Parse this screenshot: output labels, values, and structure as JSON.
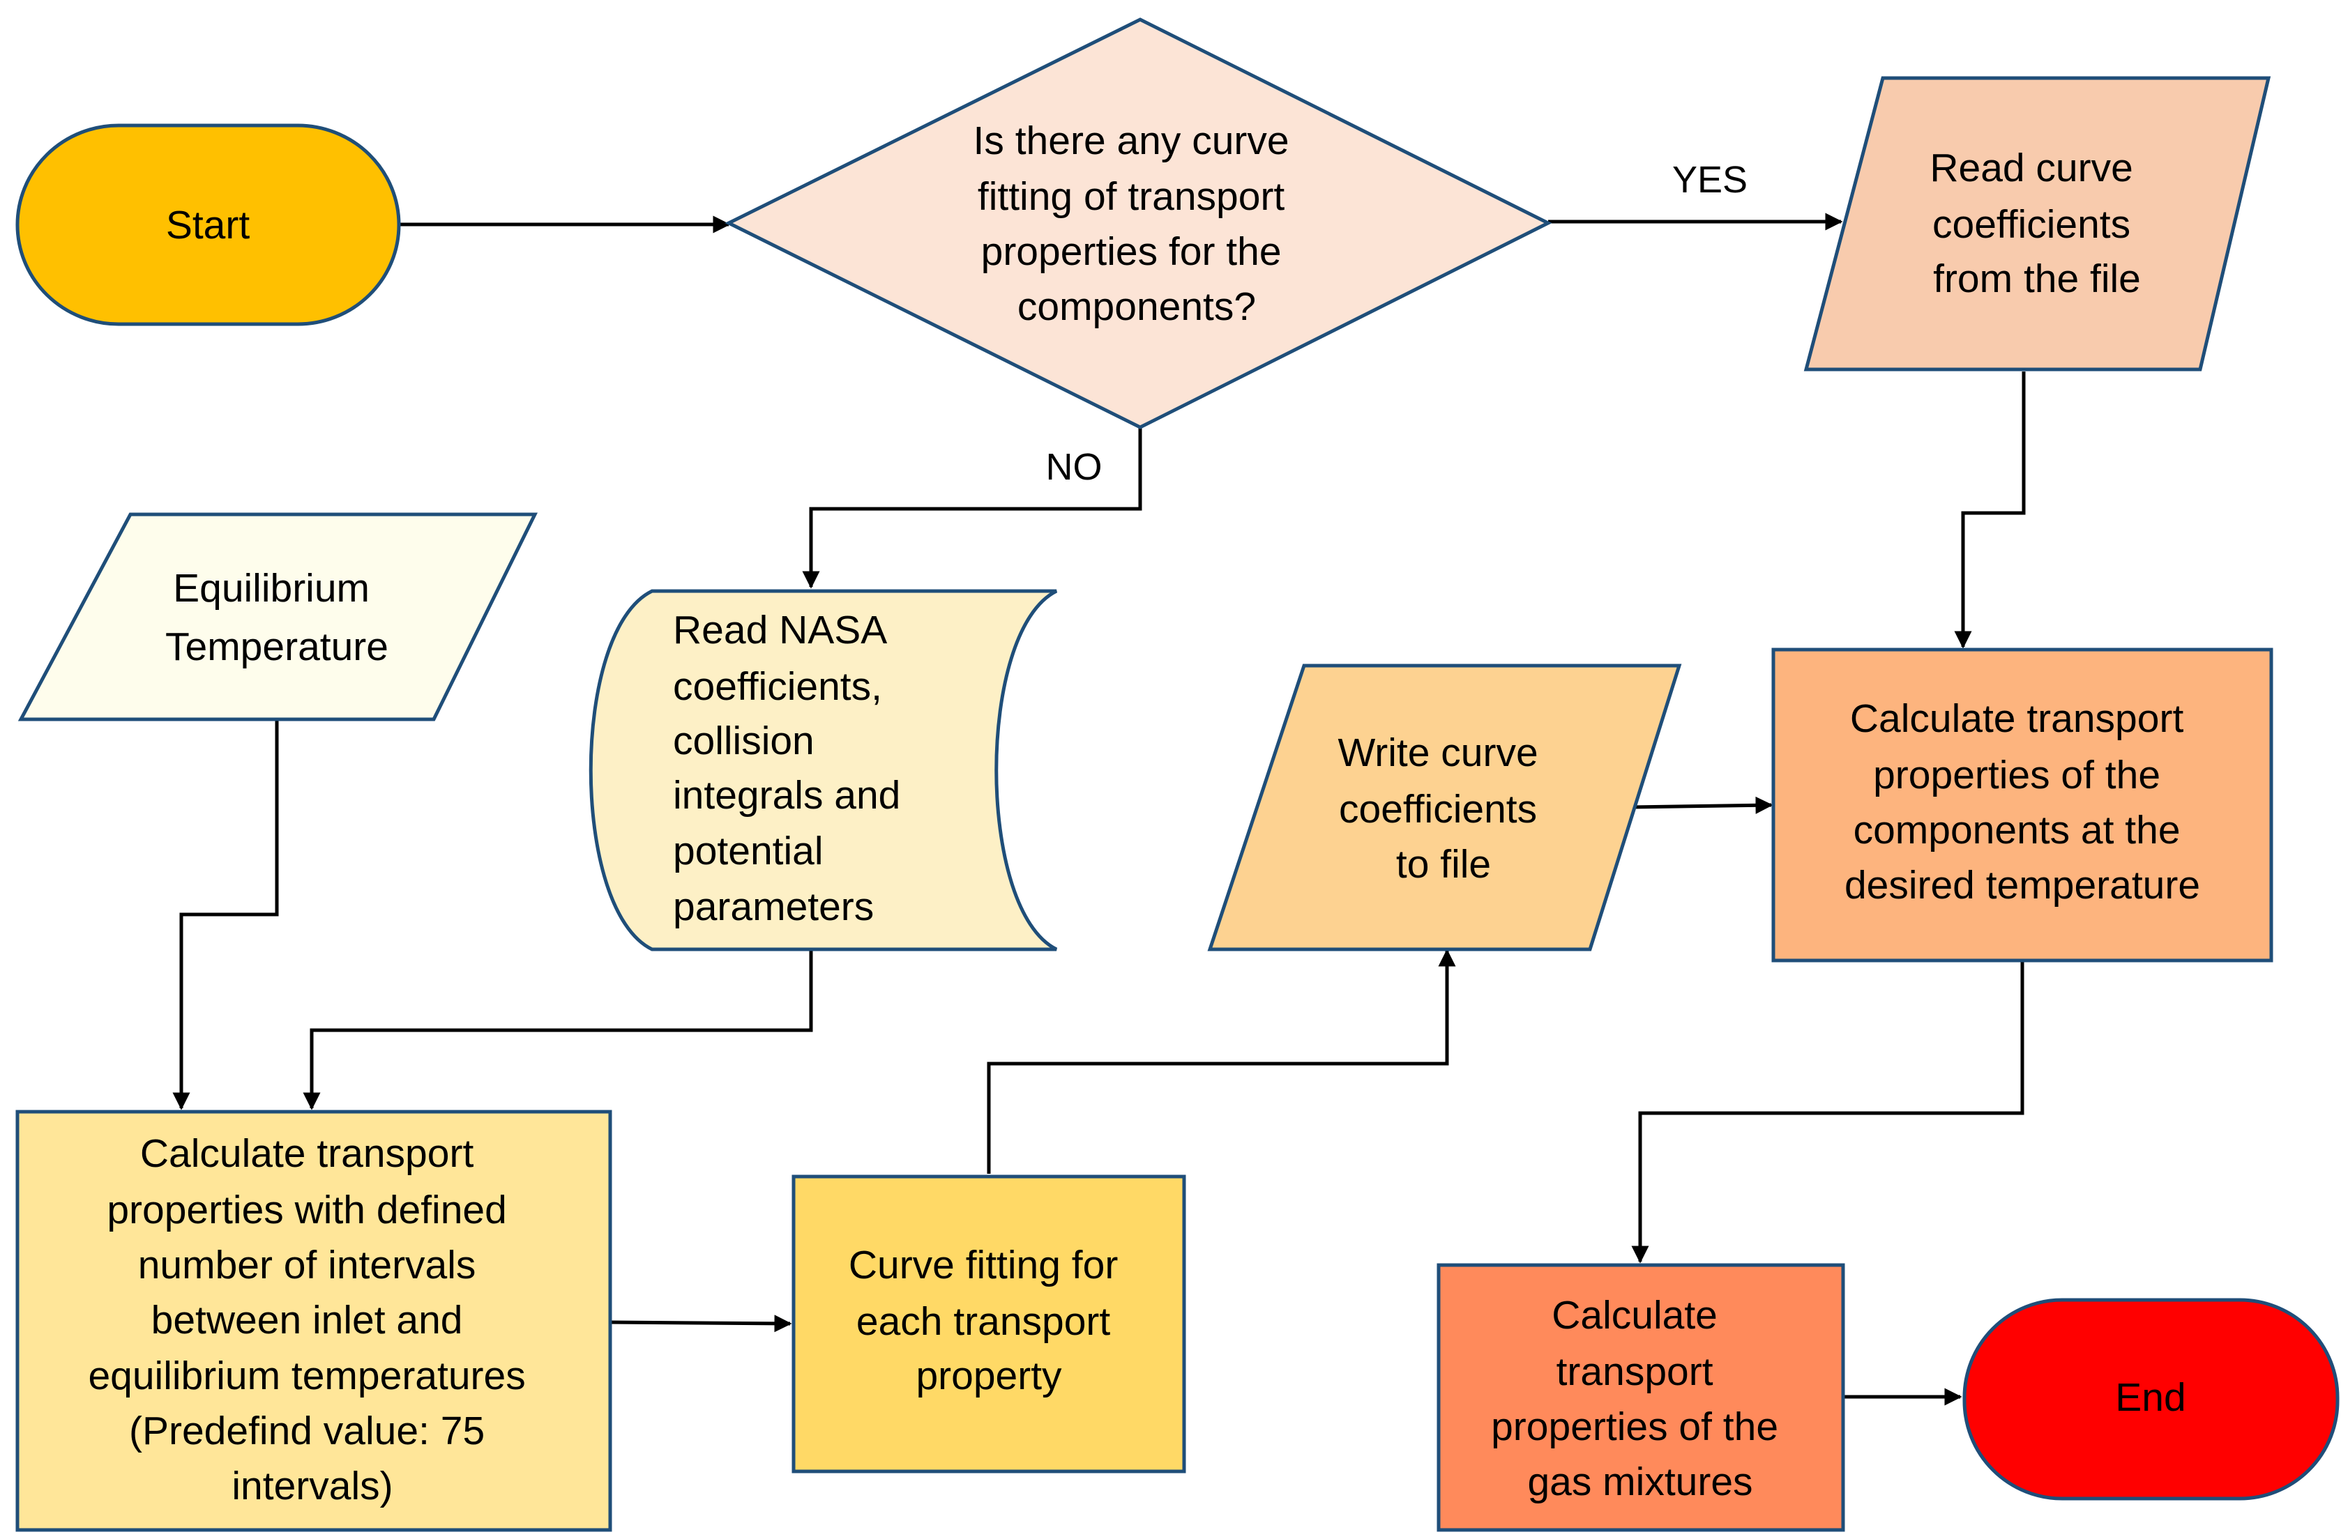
{
  "nodes": {
    "start": {
      "lines": [
        "Start"
      ],
      "fill": "#ffc000"
    },
    "decision": {
      "lines": [
        "Is there any curve",
        "fitting of transport",
        "properties for the",
        "components?"
      ],
      "fill": "#fce4d6"
    },
    "read_curve": {
      "lines": [
        "Read curve",
        "coefficients",
        "from the file"
      ],
      "fill": "#f8cbad"
    },
    "equilibrium": {
      "lines": [
        "Equilibrium",
        "Temperature"
      ],
      "fill": "#fefdec"
    },
    "read_nasa": {
      "lines": [
        "Read NASA",
        "coefficients,",
        "collision",
        "integrals and",
        "potential",
        "parameters"
      ],
      "fill": "#fdf0c6"
    },
    "write_curve": {
      "lines": [
        "Write curve",
        "coefficients",
        "to file"
      ],
      "fill": "#fdd291"
    },
    "calc_components": {
      "lines": [
        "Calculate transport",
        "properties of the",
        "components at the",
        "desired temperature"
      ],
      "fill": "#fdb47e"
    },
    "calc_intervals": {
      "lines": [
        "Calculate transport",
        "properties  with defined",
        "number of intervals",
        "between inlet and",
        "equilibrium temperatures",
        "(Predefind value: 75",
        "intervals)"
      ],
      "fill": "#ffe699"
    },
    "curve_fitting": {
      "lines": [
        "Curve fitting for",
        "each transport",
        "property"
      ],
      "fill": "#ffd966"
    },
    "calc_mixtures": {
      "lines": [
        "Calculate",
        "transport",
        "properties of the",
        "gas mixtures"
      ],
      "fill": "#ff8a5b"
    },
    "end": {
      "lines": [
        "End"
      ],
      "fill": "#ff0000"
    }
  },
  "edges": {
    "yes_label": "YES",
    "no_label": "NO"
  },
  "colors": {
    "border": "#1f4e79",
    "arrow": "#000000"
  }
}
